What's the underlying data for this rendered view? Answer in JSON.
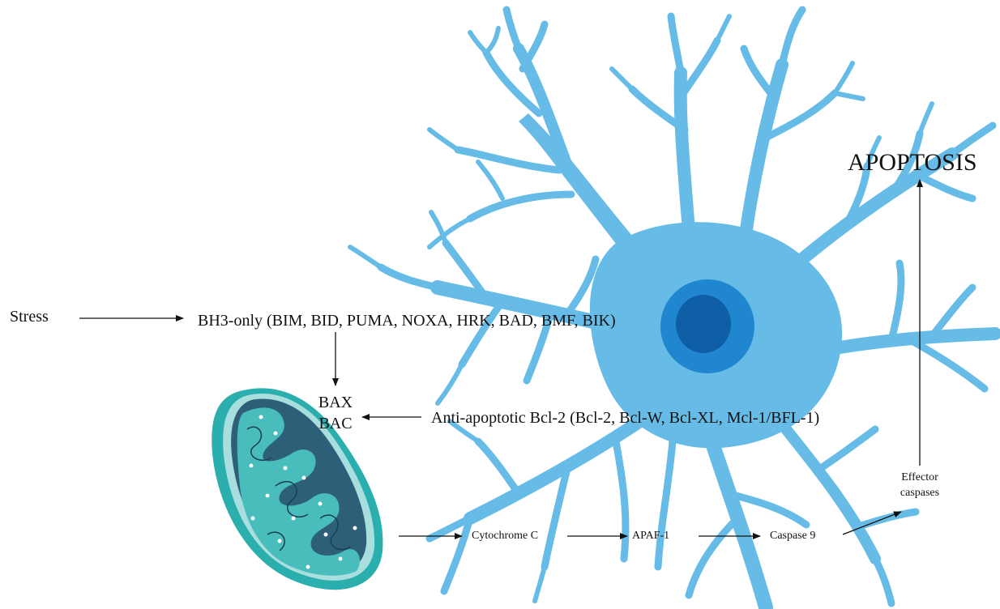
{
  "labels": {
    "stress": "Stress",
    "bh3_only": "BH3-only (BIM, BID, PUMA, NOXA, HRK, BAD, BMF, BIK)",
    "bax": "BAX",
    "bac": "BAC",
    "anti_apoptotic": "Anti-apoptotic Bcl-2 (Bcl-2, Bcl-W, Bcl-XL, Mcl-1/BFL-1)",
    "cytochrome_c": "Cytochrome C",
    "apaf1": "APAF-1",
    "caspase9": "Caspase 9",
    "effector_line1": "Effector",
    "effector_line2": "caspases",
    "apoptosis": "APOPTOSIS"
  },
  "colors": {
    "neuron": "#66bce6",
    "nucleus_outer": "#1f86cf",
    "nucleus_inner": "#0f5fa6",
    "mito_outer": "#2aaeae",
    "mito_rim": "#a9dede",
    "mito_inner": "#2e5f78",
    "mito_matrix": "#49bcbc",
    "arrow": "#111111"
  },
  "icons": [
    "neuron-cell-icon",
    "mitochondrion-icon"
  ]
}
